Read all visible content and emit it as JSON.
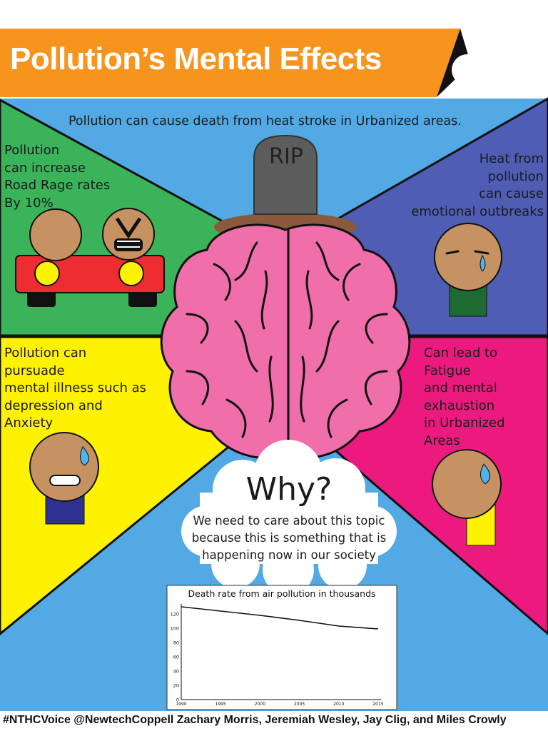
{
  "title": "Pollution’s Mental Effects",
  "top_caption": "Pollution can cause death from heat stroke in Urbanized areas.",
  "tombstone_text": "RIP",
  "panels": {
    "top_left": "Pollution\ncan increase\nRoad Rage rates\nBy 10%",
    "top_right": "Heat from\npollution\ncan cause\nemotional outbreaks",
    "bottom_left": "Pollution can\npursuade\nmental illness such as\ndepression and\nAnxiety",
    "bottom_right": "Can lead to\nFatigue\nand mental\nexhaustion\nin Urbanized\nAreas"
  },
  "why": {
    "heading": "Why?",
    "body": "We need to care about this topic\nbecause this is something that is\nhappening now in our society"
  },
  "footer": "#NTHCVoice @NewtechCoppell Zachary Morris, Jeremiah Wesley, Jay Clig, and Miles Crowly",
  "colors": {
    "banner": "#F7941D",
    "sky": "#52A9E3",
    "green": "#3BB35A",
    "purple": "#4F5DB4",
    "yellow": "#FFF200",
    "magenta": "#EC1A7E",
    "brain": "#F06EA9",
    "skin": "#C69262",
    "car": "#EE2D32"
  },
  "icons": [
    "brain-illustration",
    "tombstone-icon",
    "car-icon",
    "angry-face-icon",
    "sad-face-icon",
    "sweating-face-icon",
    "cloud-icon"
  ],
  "chart_data": {
    "type": "line",
    "title": "Death rate from air pollution in thousands",
    "xlabel": "",
    "ylabel": "",
    "x": [
      1990,
      1995,
      2000,
      2005,
      2010,
      2015
    ],
    "x_ticks": [
      "1990",
      "1995",
      "2000",
      "2005",
      "2010",
      "2015"
    ],
    "y_ticks": [
      "0",
      "20",
      "40",
      "60",
      "80",
      "100",
      "120"
    ],
    "series": [
      {
        "values": [
          130,
          124,
          118,
          111,
          103,
          99
        ]
      }
    ],
    "ylim": [
      0,
      130
    ],
    "grid": false
  }
}
